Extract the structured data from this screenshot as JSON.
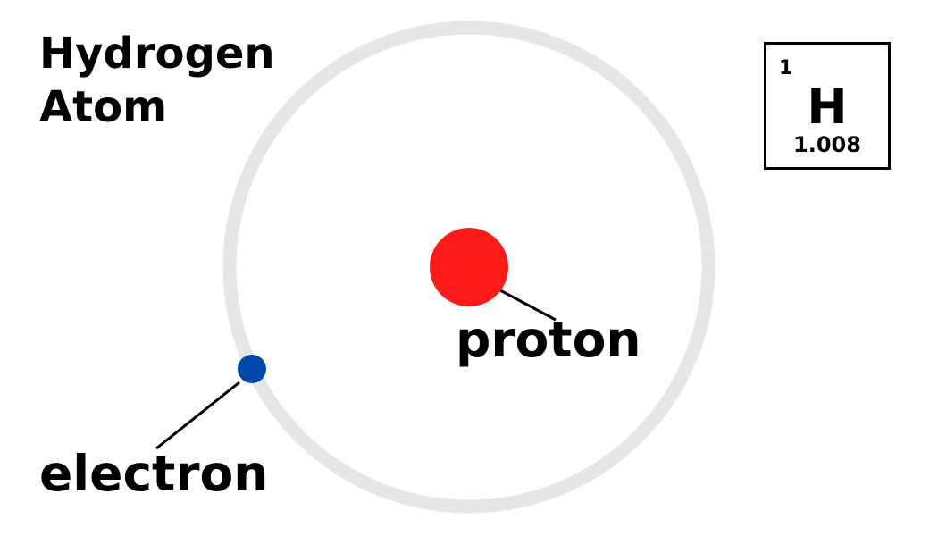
{
  "title": {
    "line1": "Hydrogen",
    "line2": "Atom"
  },
  "labels": {
    "proton": "proton",
    "electron": "electron"
  },
  "element_tile": {
    "atomic_number": "1",
    "symbol": "H",
    "atomic_mass": "1.008"
  },
  "colors": {
    "orbit": "#e6e6e6",
    "proton": "#ff1a1a",
    "electron": "#0047ab",
    "text": "#000000"
  }
}
